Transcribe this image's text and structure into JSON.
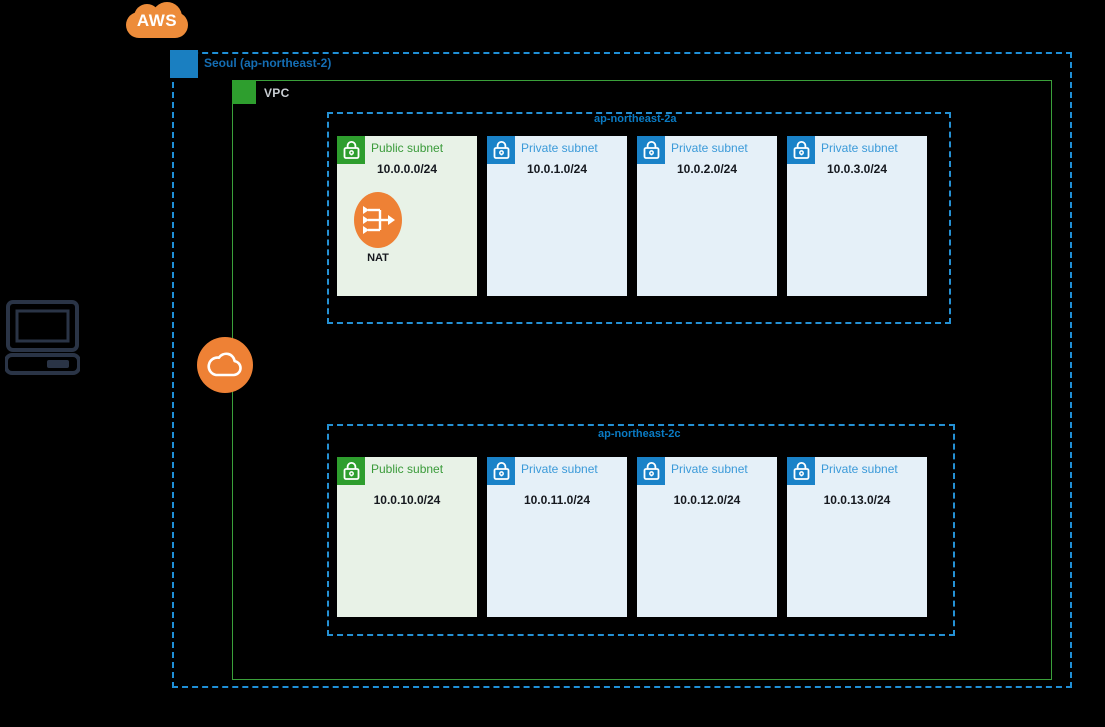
{
  "diagram": {
    "title": "AWS VPC multi-AZ subnet architecture",
    "background": "#000000"
  },
  "logo": {
    "text": "AWS",
    "icon": "aws-cloud-icon",
    "color": "#ed8c3a"
  },
  "region": {
    "label": "Seoul (ap-northeast-2)",
    "badge_icon": "region-badge-icon",
    "border_color": "#1f8fd6",
    "label_color": "#146eb4"
  },
  "vpc": {
    "label": "VPC",
    "badge_icon": "vpc-badge-icon",
    "border_color": "#3aa03a",
    "label_color": "#c8cdd2"
  },
  "internet_gateway": {
    "icon": "internet-gateway-cloud-icon",
    "color": "#ee8135"
  },
  "client": {
    "icon": "computer-client-icon",
    "color": "#2a3446"
  },
  "availability_zones": [
    {
      "label": "ap-northeast-2a",
      "subnets": [
        {
          "type": "public",
          "title": "Public subnet",
          "cidr": "10.0.0.0/24",
          "icon": "lock-icon",
          "badge_color": "#2e9e2e",
          "title_color": "#3a9b3a",
          "bg": "#e8f2e7",
          "resource": {
            "name": "NAT",
            "icon": "nat-gateway-icon",
            "color": "#ee8135"
          }
        },
        {
          "type": "private",
          "title": "Private subnet",
          "cidr": "10.0.1.0/24",
          "icon": "lock-icon",
          "badge_color": "#1a82c8",
          "title_color": "#3b9ad9",
          "bg": "#e5f0f8",
          "resource": null
        },
        {
          "type": "private",
          "title": "Private subnet",
          "cidr": "10.0.2.0/24",
          "icon": "lock-icon",
          "badge_color": "#1a82c8",
          "title_color": "#3b9ad9",
          "bg": "#e5f0f8",
          "resource": null
        },
        {
          "type": "private",
          "title": "Private subnet",
          "cidr": "10.0.3.0/24",
          "icon": "lock-icon",
          "badge_color": "#1a82c8",
          "title_color": "#3b9ad9",
          "bg": "#e5f0f8",
          "resource": null
        }
      ]
    },
    {
      "label": "ap-northeast-2c",
      "subnets": [
        {
          "type": "public",
          "title": "Public subnet",
          "cidr": "10.0.10.0/24",
          "icon": "lock-icon",
          "badge_color": "#2e9e2e",
          "title_color": "#3a9b3a",
          "bg": "#e8f2e7",
          "resource": null
        },
        {
          "type": "private",
          "title": "Private subnet",
          "cidr": "10.0.11.0/24",
          "icon": "lock-icon",
          "badge_color": "#1a82c8",
          "title_color": "#3b9ad9",
          "bg": "#e5f0f8",
          "resource": null
        },
        {
          "type": "private",
          "title": "Private subnet",
          "cidr": "10.0.12.0/24",
          "icon": "lock-icon",
          "badge_color": "#1a82c8",
          "title_color": "#3b9ad9",
          "bg": "#e5f0f8",
          "resource": null
        },
        {
          "type": "private",
          "title": "Private subnet",
          "cidr": "10.0.13.0/24",
          "icon": "lock-icon",
          "badge_color": "#1a82c8",
          "title_color": "#3b9ad9",
          "bg": "#e5f0f8",
          "resource": null
        }
      ]
    }
  ]
}
